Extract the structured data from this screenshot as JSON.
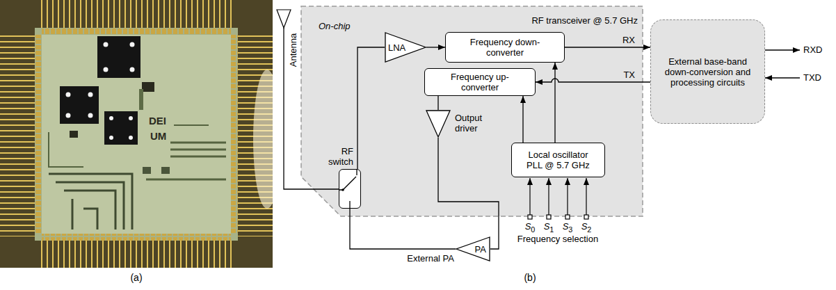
{
  "diagram": {
    "nodes": [
      {
        "text": [
          "On-chip",
          "RF transceiver @ 5.7 GHz"
        ]
      },
      {
        "text": [
          "RF switch"
        ],
        "in": 0
      },
      {
        "text": [
          "LNA"
        ],
        "in": 0
      },
      {
        "text": [
          "Frequency down-converter"
        ],
        "in": 0
      },
      {
        "text": [
          "Frequency up-converter"
        ],
        "in": 0
      },
      {
        "text": [
          "Output driver"
        ],
        "in": 0
      },
      {
        "text": [
          "Local oscillator PLL @ 5.7 GHz"
        ],
        "in": 0
      },
      {
        "text": [
          "External base-band down-conversion and processing circuits"
        ]
      },
      {
        "text": [
          "PA",
          "External PA"
        ]
      }
    ],
    "edges": [
      {
        "from": 1,
        "to": 2,
        "arrow": "none"
      },
      {
        "from": 2,
        "to": 3,
        "arrow": "to"
      },
      {
        "from": 3,
        "to": 7,
        "label": "RX",
        "arrow": "to"
      },
      {
        "from": 7,
        "to": 4,
        "label": "TX",
        "arrow": "to"
      },
      {
        "from": 6,
        "to": 4,
        "arrow": "to"
      },
      {
        "from": 6,
        "to": 3,
        "arrow": "to"
      },
      {
        "from": 4,
        "to": 5,
        "arrow": "none"
      },
      {
        "from": 5,
        "to": 8,
        "arrow": "none"
      },
      {
        "from": 8,
        "to": 1,
        "arrow": "none"
      }
    ],
    "labels": [
      "Antenna",
      "S0",
      "S1",
      "S3",
      "S2",
      "Frequency selection",
      "RXD",
      "TXD",
      "(a)",
      "(b)",
      "DEI",
      "UM"
    ]
  }
}
